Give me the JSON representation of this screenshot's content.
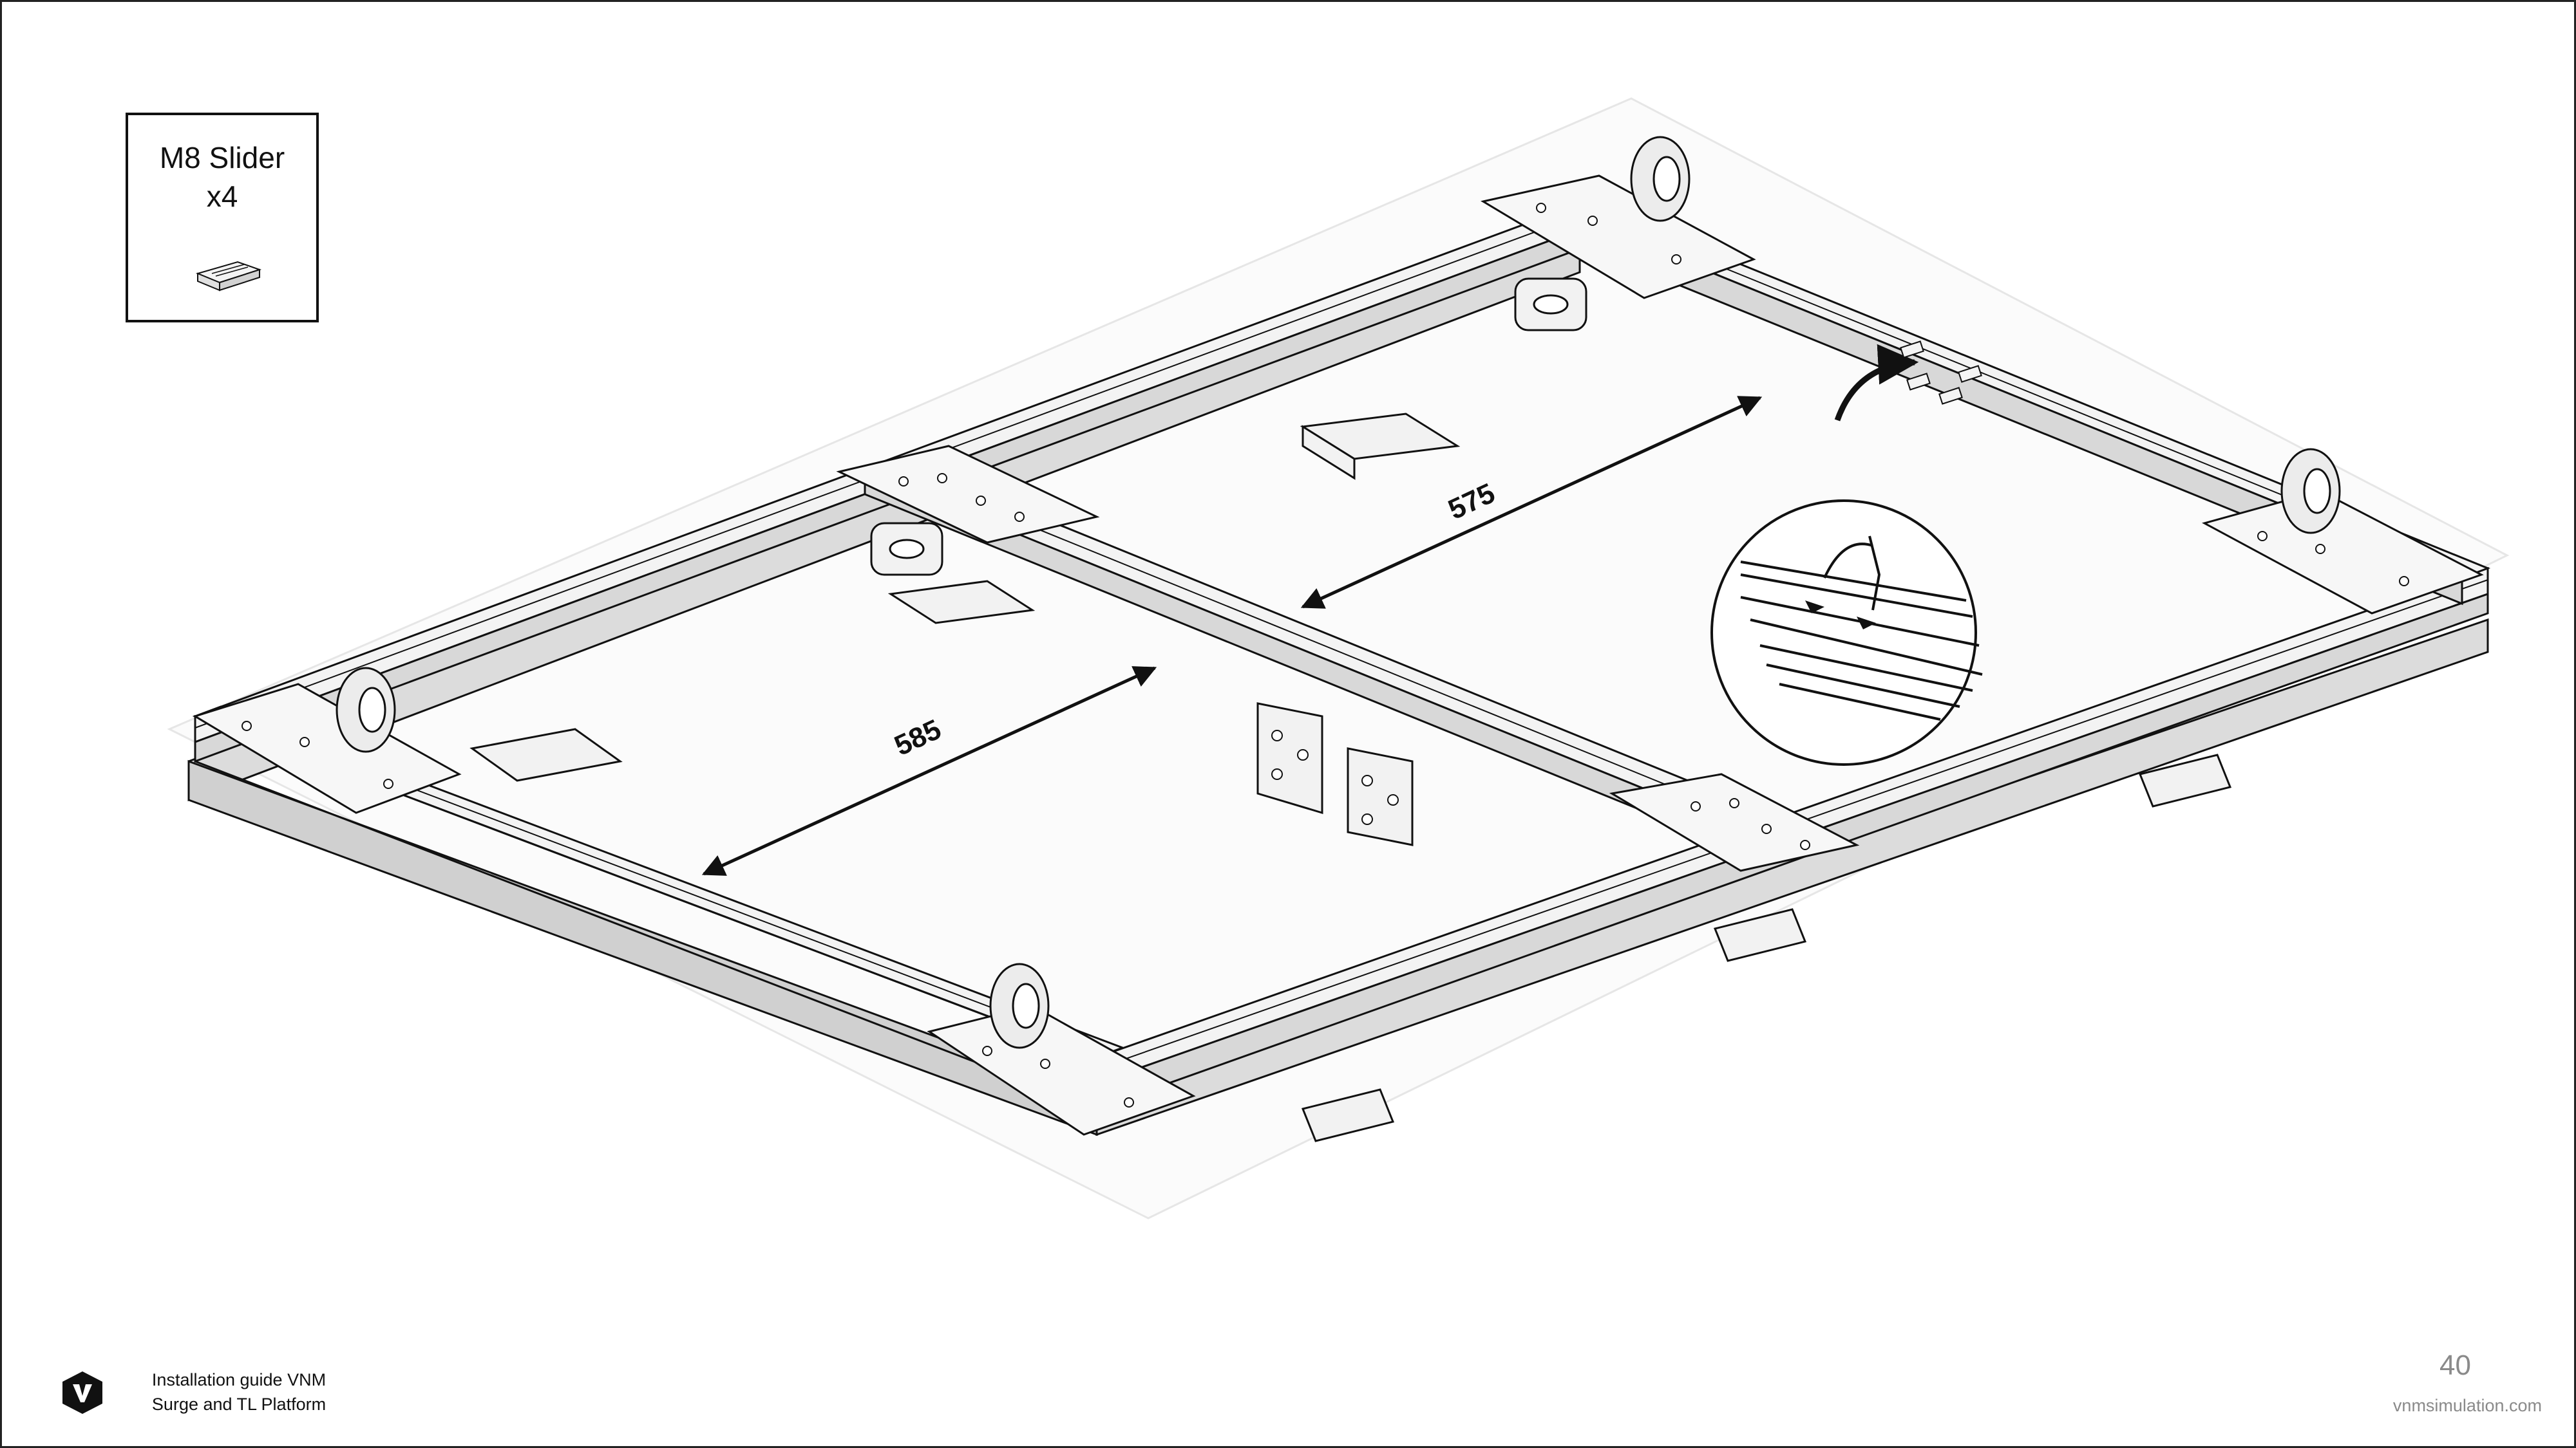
{
  "parts": {
    "name": "M8 Slider",
    "quantity": "x4",
    "icon": "slider-part-icon"
  },
  "dimensions": {
    "front_span": "585",
    "rear_span": "575"
  },
  "footer": {
    "logo_icon": "vnm-logo-icon",
    "guide_line1": "Installation guide VNM",
    "guide_line2": "Surge and TL Platform",
    "page_number": "40",
    "website": "vnmsimulation.com"
  },
  "colors": {
    "line": "#111111",
    "frame_fill": "#f3f3f3",
    "muted_text": "#8a8a8a"
  }
}
